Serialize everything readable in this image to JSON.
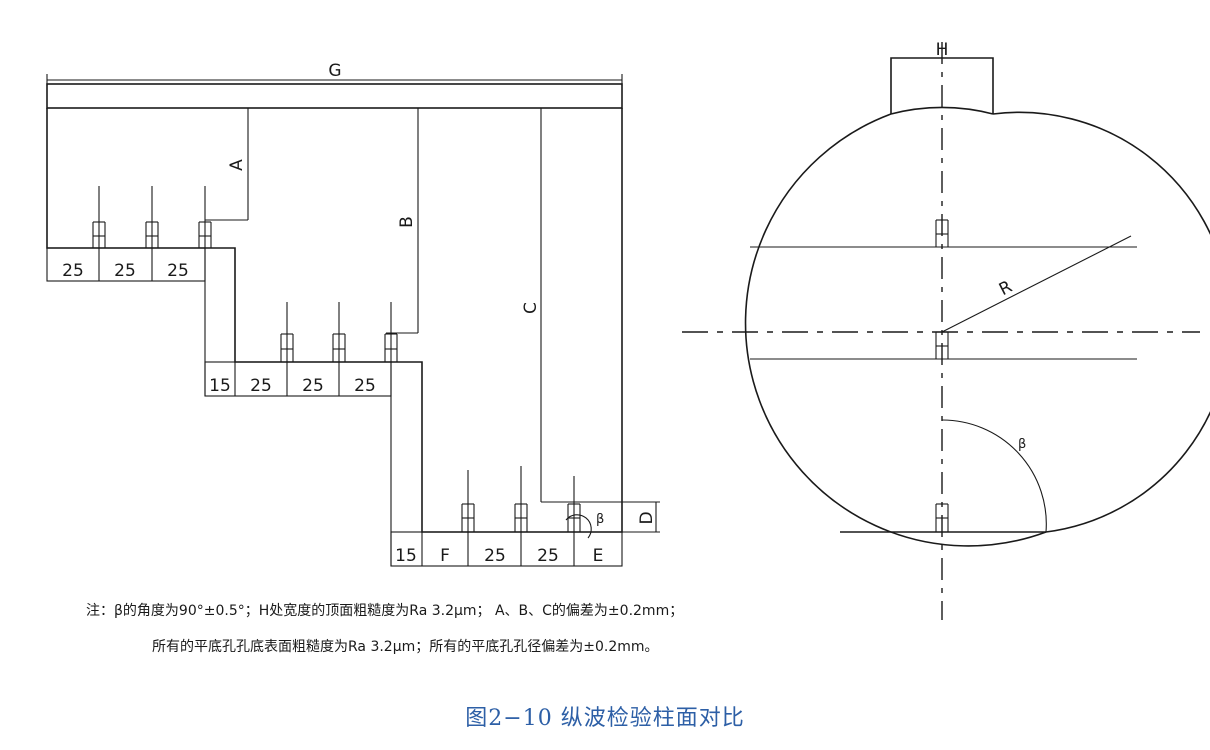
{
  "step_block": {
    "dim_top": "G",
    "labels": {
      "A": "A",
      "B": "B",
      "C": "C",
      "D": "D",
      "E": "E",
      "F": "F",
      "beta": "β"
    },
    "row1": [
      "25",
      "25",
      "25"
    ],
    "row2": [
      "15",
      "25",
      "25",
      "25"
    ],
    "row3": [
      "15",
      "25",
      "25"
    ]
  },
  "cylinder": {
    "H": "H",
    "R": "R",
    "beta": "β"
  },
  "notes": {
    "line1": "注：β的角度为90°±0.5°；H处宽度的顶面粗糙度为Ra 3.2μm；   A、B、C的偏差为±0.2mm；",
    "line2": "所有的平底孔孔底表面粗糙度为Ra 3.2μm；所有的平底孔孔径偏差为±0.2mm。"
  },
  "caption": "图2−10   纵波检验柱面对比"
}
